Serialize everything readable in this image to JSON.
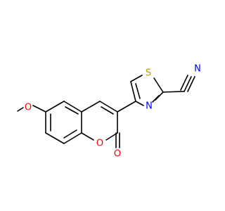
{
  "molecule": {
    "atoms": {
      "methoxy_oxygen": "O",
      "ring_oxygen": "O",
      "carbonyl_oxygen": "O",
      "sulfur": "S",
      "thiazole_nitrogen": "N",
      "nitrile_nitrogen": "N"
    },
    "colors": {
      "bond": "#000000",
      "oxygen": "#ff0000",
      "nitrogen": "#0000ff",
      "sulfur": "#b3a200"
    }
  }
}
